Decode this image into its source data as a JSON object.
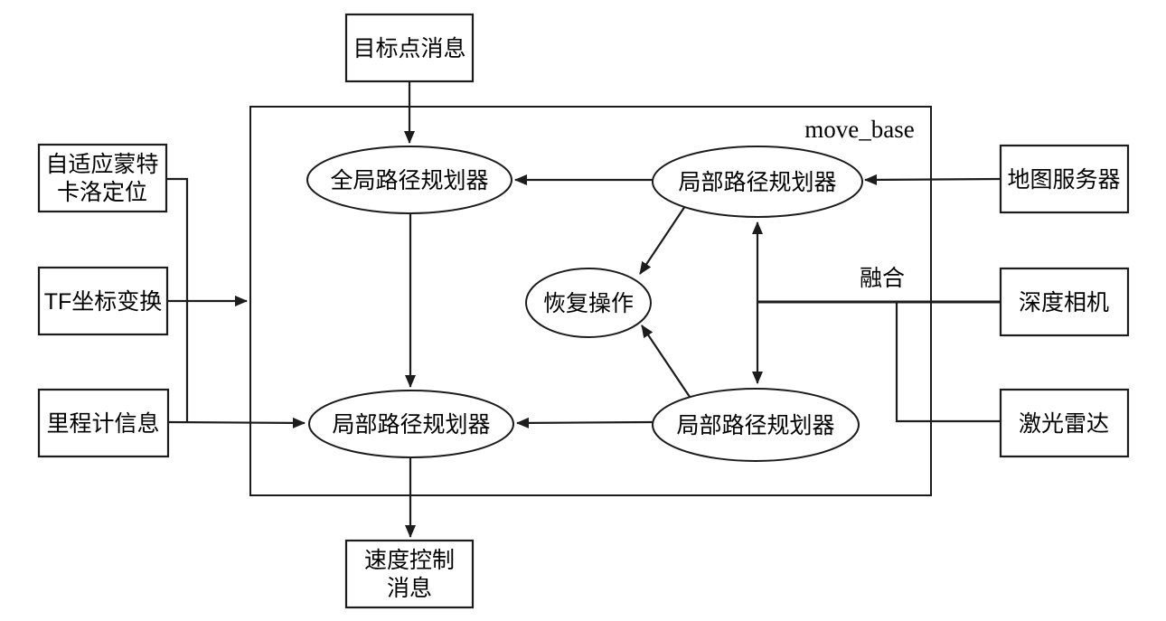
{
  "diagram": {
    "container_label": "move_base",
    "fusion_label": "融合",
    "nodes": {
      "goal": {
        "label": "目标点消息"
      },
      "amcl": {
        "line1": "自适应蒙特",
        "line2": "卡洛定位"
      },
      "tf": {
        "label": "TF坐标变换"
      },
      "odom": {
        "label": "里程计信息"
      },
      "map_server": {
        "label": "地图服务器"
      },
      "depth_camera": {
        "label": "深度相机"
      },
      "lidar": {
        "label": "激光雷达"
      },
      "velocity": {
        "line1": "速度控制",
        "line2": "消息"
      },
      "global_planner": {
        "label": "全局路径规划器"
      },
      "local_planner_top": {
        "label": "局部路径规划器"
      },
      "recovery": {
        "label": "恢复操作"
      },
      "local_planner_bottom_left": {
        "label": "局部路径规划器"
      },
      "local_planner_bottom_right": {
        "label": "局部路径规划器"
      }
    },
    "colors": {
      "background": "#ffffff",
      "line": "#1c1c1c",
      "text": "#000000"
    }
  }
}
